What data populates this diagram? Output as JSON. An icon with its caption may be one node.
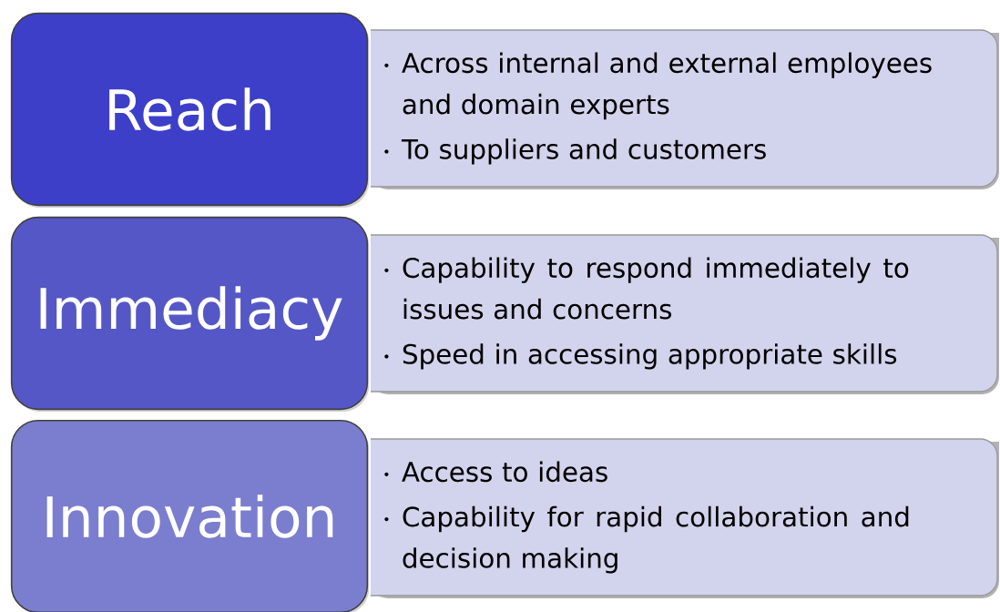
{
  "diagram": {
    "nodes": [
      {
        "text": [
          "Reach"
        ]
      },
      {
        "text": [
          "Across internal and external employees and domain experts",
          "To suppliers and customers"
        ]
      },
      {
        "text": [
          "Immediacy"
        ]
      },
      {
        "text": [
          "Capability to respond immediately to issues and concerns",
          "Speed in accessing appropriate skills"
        ]
      },
      {
        "text": [
          "Innovation"
        ]
      },
      {
        "text": [
          "Access to ideas",
          "Capability for rapid collaboration and decision making"
        ]
      }
    ]
  }
}
